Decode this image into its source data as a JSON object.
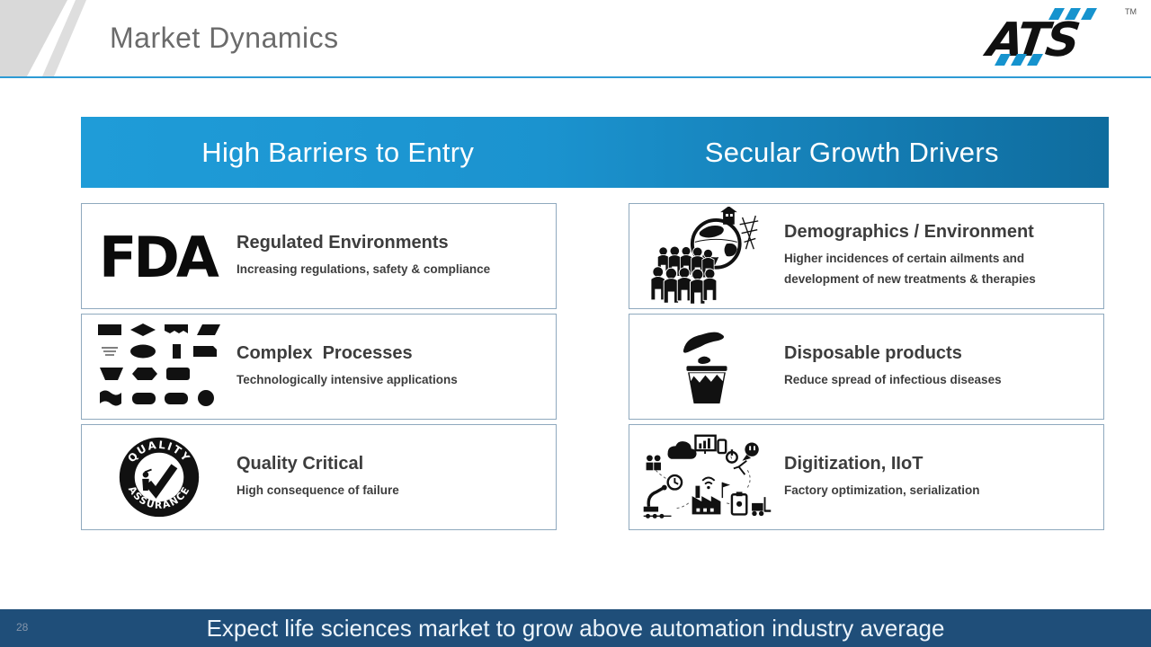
{
  "slide": {
    "title": "Market Dynamics",
    "page_number": "28",
    "footer_message": "Expect life sciences market to grow above automation industry average"
  },
  "logo": {
    "brand": "ATS",
    "trademark": "TM"
  },
  "columns": [
    {
      "heading": "High Barriers to Entry",
      "cards": [
        {
          "icon": "fda-logo-icon",
          "icon_text": "FDA",
          "title": "Regulated Environments",
          "subtitle": "Increasing regulations, safety & compliance"
        },
        {
          "icon": "process-flowchart-icon",
          "title": "Complex  Processes",
          "subtitle": "Technologically intensive applications"
        },
        {
          "icon": "quality-assurance-badge-icon",
          "badge_top": "QUALITY",
          "badge_bottom": "ASSURANCE",
          "title": "Quality Critical",
          "subtitle": "High consequence of failure"
        }
      ]
    },
    {
      "heading": "Secular Growth Drivers",
      "cards": [
        {
          "icon": "population-globe-icon",
          "title": "Demographics / Environment",
          "subtitle": "Higher incidences of certain ailments and development of new treatments & therapies"
        },
        {
          "icon": "waste-disposal-icon",
          "title": "Disposable products",
          "subtitle": "Reduce spread of infectious diseases"
        },
        {
          "icon": "iiot-collage-icon",
          "title": "Digitization, IIoT",
          "subtitle": "Factory optimization, serialization"
        }
      ]
    }
  ],
  "colors": {
    "accent_blue": "#1f9cd8",
    "banner_gradient_end": "#0f6c9e",
    "header_rule_blue": "#2d9bd5",
    "footer_navy": "#1f4e79",
    "text_gray": "#3d3d3d"
  }
}
